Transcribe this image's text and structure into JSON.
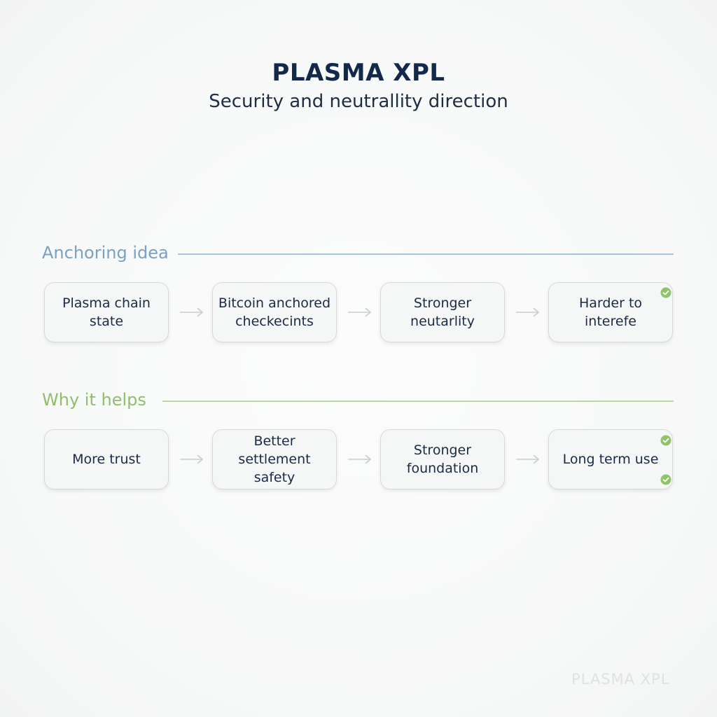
{
  "header": {
    "title": "PLASMA XPL",
    "subtitle": "Security and neutrallity direction"
  },
  "sections": [
    {
      "label": "Anchoring idea",
      "color": "#7aa0c4",
      "nodes": [
        {
          "text": "Plasma chain state"
        },
        {
          "text": "Bitcoin anchored checkecints"
        },
        {
          "text": "Stronger neutarlity"
        },
        {
          "text": "Harder to interefe"
        }
      ]
    },
    {
      "label": "Why it helps",
      "color": "#8fbf6a",
      "nodes": [
        {
          "text": "More trust"
        },
        {
          "text": "Better settlement safety"
        },
        {
          "text": "Stronger foundation"
        },
        {
          "text": "Long term use"
        }
      ]
    }
  ],
  "icons": {
    "arrow": "arrow-right-icon",
    "check": "check-circle-icon",
    "check_color": "#8fc46a"
  },
  "watermark": "PLASMA XPL"
}
